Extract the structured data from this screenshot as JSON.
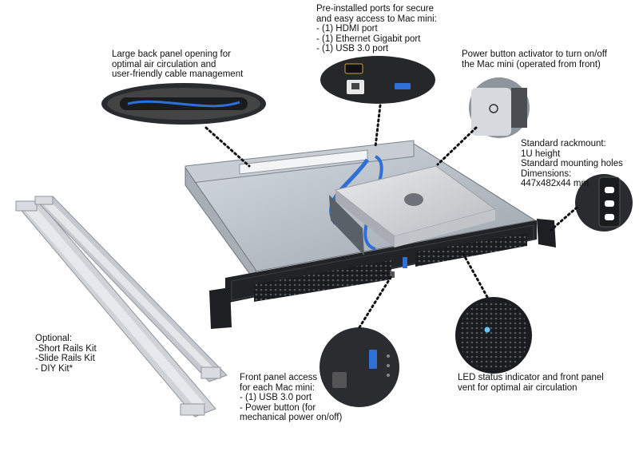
{
  "callouts": {
    "back_panel": [
      "Large back panel opening for",
      "optimal air circulation and",
      "user-friendly cable management"
    ],
    "ports": [
      "Pre-installed ports for secure",
      "and easy access to Mac mini:",
      "- (1) HDMI port",
      "- (1) Ethernet Gigabit port",
      "- (1) USB 3.0 port"
    ],
    "power_activator": [
      "Power button activator to turn on/off",
      "the Mac mini (operated from front)"
    ],
    "rackmount": [
      "Standard rackmount:",
      "1U height",
      "Standard mounting holes",
      "Dimensions:",
      "447x482x44 mm"
    ],
    "optional": [
      "Optional:",
      "-Short Rails Kit",
      "-Slide Rails Kit",
      "- DIY Kit*"
    ],
    "front_panel": [
      "Front panel access",
      "for each Mac mini:",
      "- (1) USB 3.0 port",
      "- Power button (for",
      "mechanical power on/off)"
    ],
    "led": [
      "LED status indicator and front panel",
      "vent for optimal air circulation"
    ]
  },
  "colors": {
    "chassis_dark": "#1e1f22",
    "chassis_metal": "#b9bfc6",
    "mac_silver": "#d4d6d9",
    "rail_silver": "#cfd3d8",
    "cable_blue": "#2f6fd6"
  }
}
